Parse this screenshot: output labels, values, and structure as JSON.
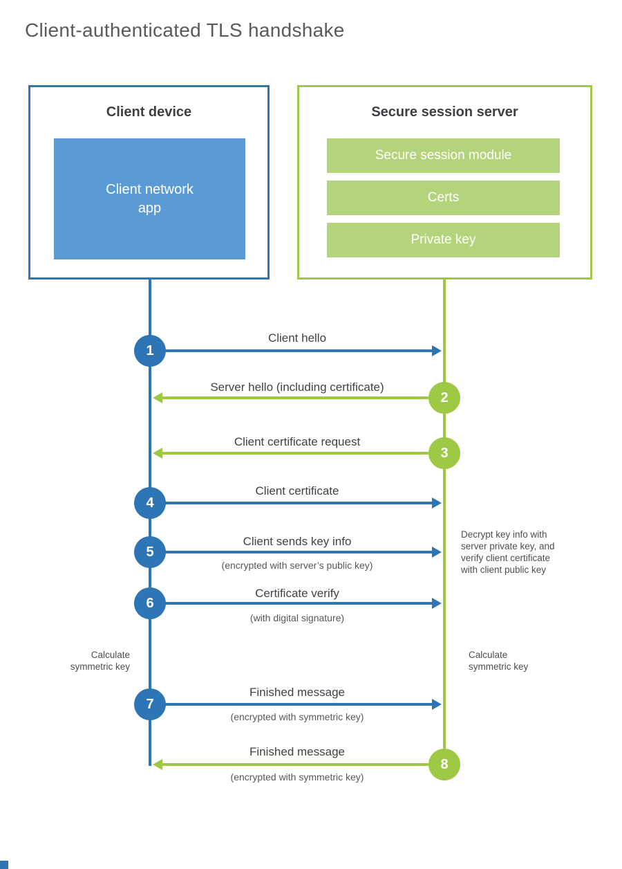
{
  "title": "Client-authenticated TLS handshake",
  "client": {
    "title": "Client device",
    "app_line1": "Client network",
    "app_line2": "app"
  },
  "server": {
    "title": "Secure session server",
    "modules": [
      "Secure session module",
      "Certs",
      "Private key"
    ]
  },
  "steps": [
    {
      "num": "1",
      "direction": "right",
      "color": "blue",
      "label": "Client hello"
    },
    {
      "num": "2",
      "direction": "left",
      "color": "green",
      "label": "Server hello (including certificate)"
    },
    {
      "num": "3",
      "direction": "left",
      "color": "green",
      "label": "Client certificate request"
    },
    {
      "num": "4",
      "direction": "right",
      "color": "blue",
      "label": "Client certificate"
    },
    {
      "num": "5",
      "direction": "right",
      "color": "blue",
      "label": "Client sends key info",
      "sublabel": "(encrypted with server’s public key)"
    },
    {
      "num": "6",
      "direction": "right",
      "color": "blue",
      "label": "Certificate verify",
      "sublabel": "(with digital signature)"
    },
    {
      "num": "7",
      "direction": "right",
      "color": "blue",
      "label": "Finished message",
      "sublabel": "(encrypted with symmetric key)"
    },
    {
      "num": "8",
      "direction": "left",
      "color": "green",
      "label": "Finished message",
      "sublabel": "(encrypted with symmetric key)"
    }
  ],
  "notes": {
    "decrypt_lines": [
      "Decrypt key info with",
      "server private key, and",
      "verify client certificate",
      "with client public key"
    ],
    "calc_left_lines": [
      "Calculate",
      "symmetric key"
    ],
    "calc_right_lines": [
      "Calculate",
      "symmetric key"
    ]
  },
  "colors": {
    "blue-stroke": "#2e75b5",
    "blue-fill": "#5b9bd5",
    "green-stroke": "#9fc944",
    "green-fill": "#b4d47c",
    "title-text": "#595a5e",
    "heading-text": "#3f4043",
    "label-text": "#414248",
    "sub-text": "#56575b",
    "note-text": "#4d4e52"
  }
}
